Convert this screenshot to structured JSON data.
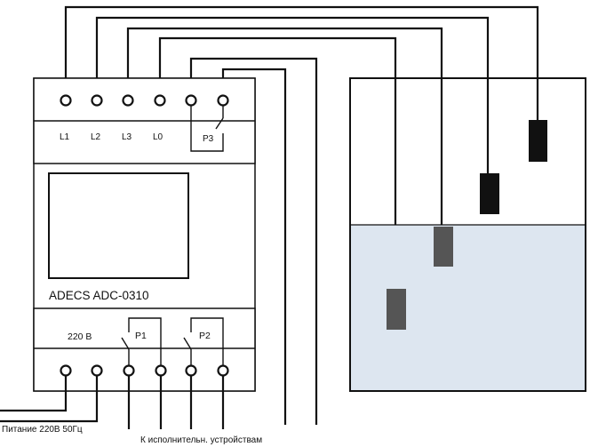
{
  "device": {
    "model": "ADECS ADC-0310",
    "top_terminals": [
      "L1",
      "L2",
      "L3",
      "L0"
    ],
    "relay_top": "P3",
    "power_label": "220 B",
    "relay_left": "P1",
    "relay_right": "P2"
  },
  "captions": {
    "power_supply": "Питание 220В 50Гц",
    "actuators": "К исполнительн. устройствам"
  },
  "tank": {
    "water_color": "#dde6f0",
    "submerged_sensor_color": "#555555",
    "dry_sensor_color": "#111111"
  }
}
